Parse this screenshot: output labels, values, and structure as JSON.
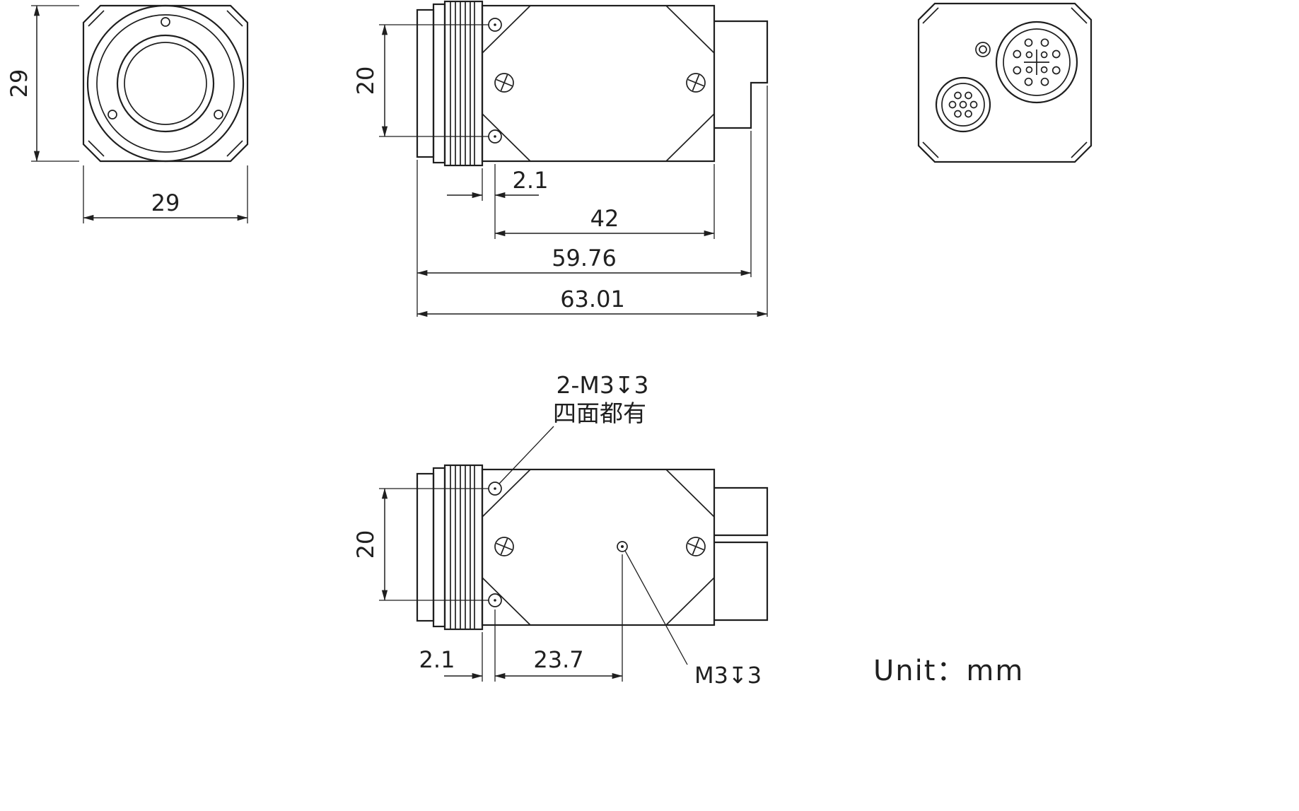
{
  "colors": {
    "line": "#1f1f1f",
    "background": "#ffffff"
  },
  "unit_label": "Unit：mm",
  "front_view": {
    "dim_height": "29",
    "dim_width": "29"
  },
  "side_view": {
    "dim_hole_spacing": "20",
    "dim_flange_to_hole": "2.1",
    "dim_hole_to_rear": "42",
    "dim_to_connector_face": "59.76",
    "dim_overall_length": "63.01"
  },
  "bottom_view": {
    "dim_hole_spacing": "20",
    "dim_flange_to_hole": "2.1",
    "dim_hole_to_center": "23.7",
    "thread_note_line1": "2-M3↧3",
    "thread_note_line2": "四面都有",
    "center_thread_note": "M3↧3"
  }
}
